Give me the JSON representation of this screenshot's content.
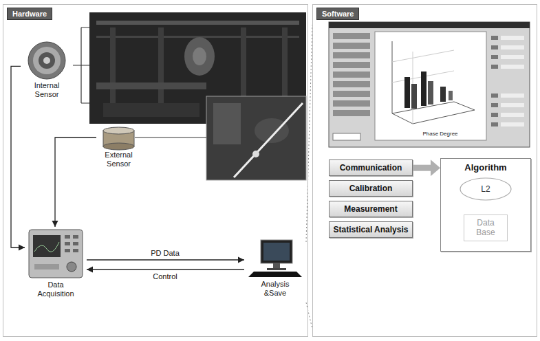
{
  "diagram": {
    "nodes": [
      {
        "text": [
          "Hardware"
        ]
      },
      {
        "text": [
          "Software"
        ]
      },
      {
        "text": [
          "Internal Sensor"
        ],
        "in": 0
      },
      {
        "text": [
          "External Sensor"
        ],
        "in": 0
      },
      {
        "text": [
          "Data Acquisition"
        ],
        "in": 0
      },
      {
        "text": [
          "Analysis &Save"
        ],
        "in": 0
      },
      {
        "text": [
          "Communication"
        ],
        "in": 1
      },
      {
        "text": [
          "Calibration"
        ],
        "in": 1
      },
      {
        "text": [
          "Measurement"
        ],
        "in": 1
      },
      {
        "text": [
          "Statistical Analysis"
        ],
        "in": 1
      },
      {
        "text": [
          "Algorithm"
        ],
        "in": 1
      },
      {
        "text": [
          "L2"
        ],
        "in": 10
      },
      {
        "text": [
          "Data Base"
        ],
        "in": 10
      }
    ],
    "edges": [
      {
        "from": 2,
        "to": 4,
        "arrow": "to"
      },
      {
        "from": 3,
        "to": 4,
        "arrow": "to"
      },
      {
        "from": 4,
        "to": 5,
        "label": "PD Data",
        "arrow": "to"
      },
      {
        "from": 5,
        "to": 4,
        "label": "Control",
        "arrow": "to"
      },
      {
        "from": 6,
        "to": 10,
        "arrow": "to"
      }
    ],
    "labels": [
      "Phase Degree"
    ]
  }
}
